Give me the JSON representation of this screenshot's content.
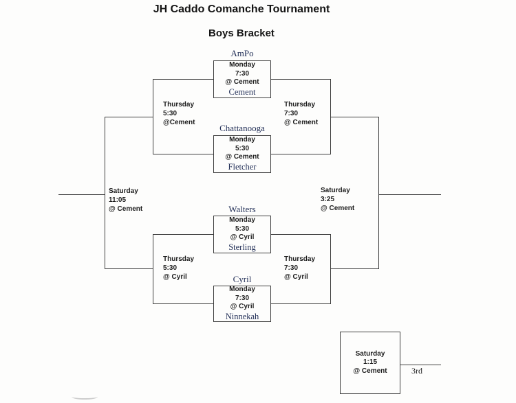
{
  "title": "JH Caddo Comanche Tournament",
  "subtitle": "Boys Bracket",
  "games": [
    {
      "team": "AmPo",
      "day": "Monday",
      "time": "7:30",
      "venue": "@ Cement",
      "winner": "Cement"
    },
    {
      "team": "Chattanooga",
      "day": "Monday",
      "time": "5:30",
      "venue": "@ Cement",
      "winner": "Fletcher"
    },
    {
      "team": "Walters",
      "day": "Monday",
      "time": "5:30",
      "venue": "@ Cyril",
      "winner": "Sterling"
    },
    {
      "team": "Cyril",
      "day": "Monday",
      "time": "7:30",
      "venue": "@ Cyril",
      "winner": "Ninnekah"
    }
  ],
  "semifinals": [
    {
      "day": "Thursday",
      "time": "5:30",
      "venue": "@Cement"
    },
    {
      "day": "Thursday",
      "time": "7:30",
      "venue": "@ Cement"
    },
    {
      "day": "Thursday",
      "time": "5:30",
      "venue": "@ Cyril"
    },
    {
      "day": "Thursday",
      "time": "7:30",
      "venue": "@ Cyril"
    }
  ],
  "finals": [
    {
      "day": "Saturday",
      "time": "11:05",
      "venue": "@ Cement"
    },
    {
      "day": "Saturday",
      "time": "3:25",
      "venue": "@ Cement"
    }
  ],
  "third_place": {
    "day": "Saturday",
    "time": "1:15",
    "venue": "@ Cement",
    "label": "3rd"
  }
}
